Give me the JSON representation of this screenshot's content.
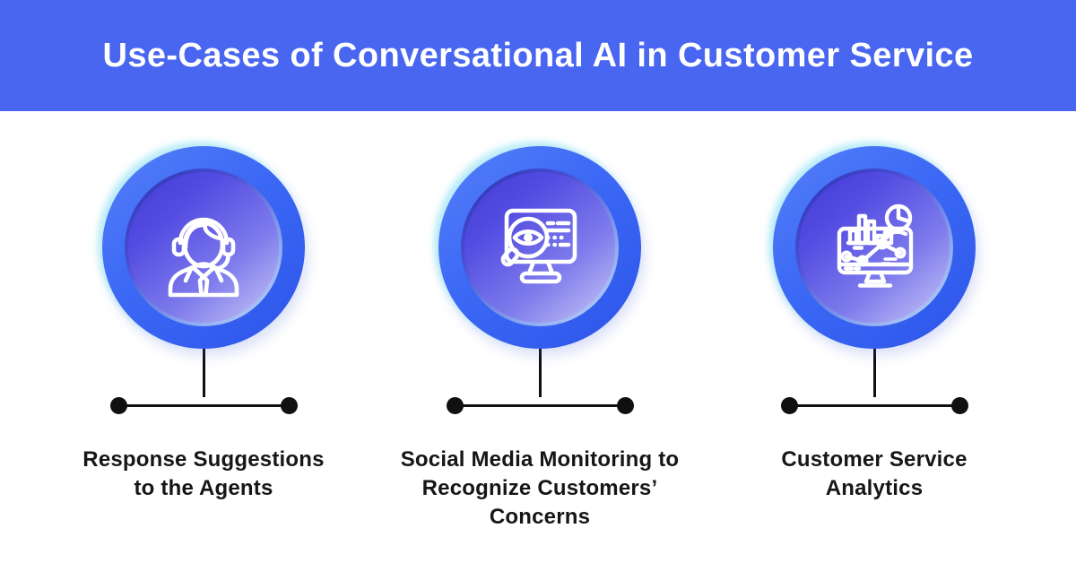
{
  "header": {
    "title": "Use-Cases of Conversational AI in Customer Service"
  },
  "items": [
    {
      "name": "response-suggestions-to-the-agents",
      "icon": "support-agent-headset-icon",
      "label_lines": [
        "Response Suggestions",
        "to the Agents"
      ]
    },
    {
      "name": "social-media-monitoring",
      "icon": "monitor-magnifier-eye-icon",
      "label_lines": [
        "Social Media Monitoring to",
        "Recognize Customers’",
        "Concerns"
      ]
    },
    {
      "name": "customer-service-analytics",
      "icon": "analytics-dashboard-icon",
      "label_lines": [
        "Customer Service",
        "Analytics"
      ]
    }
  ],
  "colors": {
    "banner_bg": "#4866F0",
    "banner_text": "#FFFFFF",
    "ring_light": "#5480F8",
    "ring_mid": "#3B68F5",
    "ring_dark": "#2D55E9",
    "rim_dark": "#2A2FAE",
    "rim_light": "#C5DCFB",
    "inner_dark": "#4138D4",
    "inner_light": "#CBCAF6",
    "connector": "#101010",
    "label_text": "#161616",
    "page_bg": "#FFFFFF"
  }
}
